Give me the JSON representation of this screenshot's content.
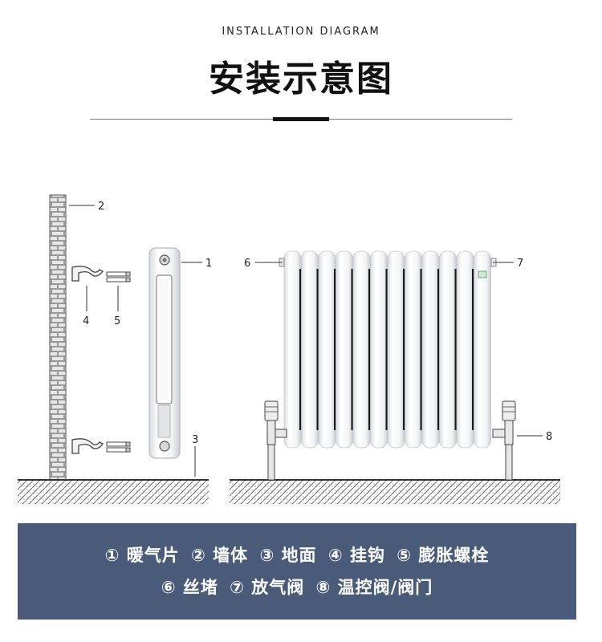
{
  "header": {
    "subtitle": "INSTALLATION DIAGRAM",
    "title": "安装示意图"
  },
  "callouts": [
    "1",
    "2",
    "3",
    "4",
    "5",
    "6",
    "7",
    "8"
  ],
  "legend": {
    "row1": [
      "① 暖气片",
      "② 墙体",
      "③ 地面",
      "④ 挂钩",
      "⑤ 膨胀螺栓"
    ],
    "row2": [
      "⑥ 丝堵",
      "⑦ 放气阀",
      "⑧ 温控阀/阀门"
    ]
  },
  "colors": {
    "legend_bg": "#4a5b79",
    "brick": "#8f8f8f",
    "radiator": "#f4f5f7",
    "slot": "#1a1a1a"
  }
}
